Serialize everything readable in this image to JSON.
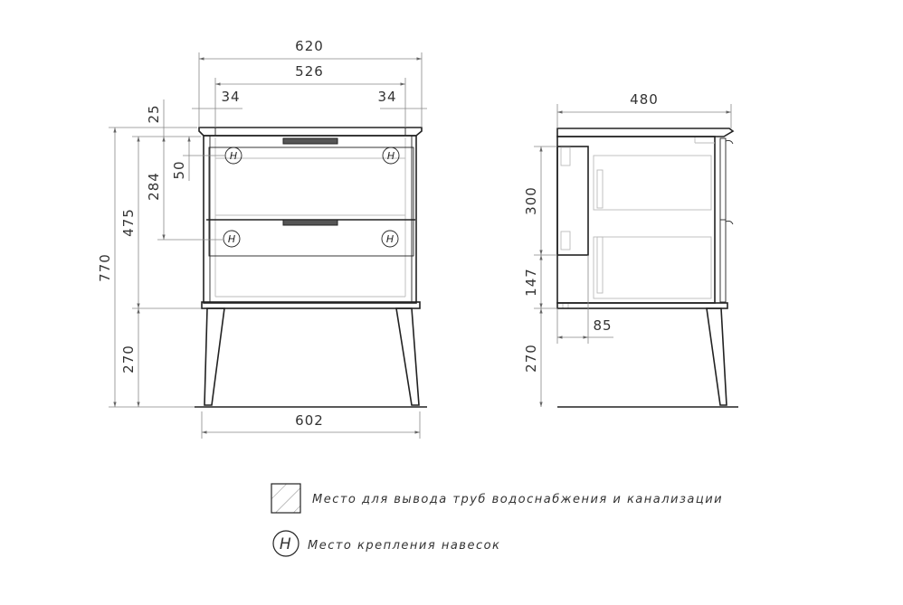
{
  "front_view": {
    "dims": {
      "overall_width": "620",
      "inner_width": "526",
      "left_offset": "34",
      "right_offset": "34",
      "top_thickness": "25",
      "hook_offset": "50",
      "hook_spacing": "284",
      "body_height": "475",
      "total_height": "770",
      "leg_height": "270",
      "base_width": "602"
    },
    "hanger_mark": "H"
  },
  "side_view": {
    "dims": {
      "depth": "480",
      "pipe_zone_height": "300",
      "pipe_zone_bottom": "147",
      "pipe_zone_depth": "85",
      "leg_height": "270"
    }
  },
  "legend": {
    "pipe_zone_label": "Место для вывода труб водоснабжения и канализации",
    "hanger_symbol": "H",
    "hanger_label": "Место крепления навесок"
  }
}
